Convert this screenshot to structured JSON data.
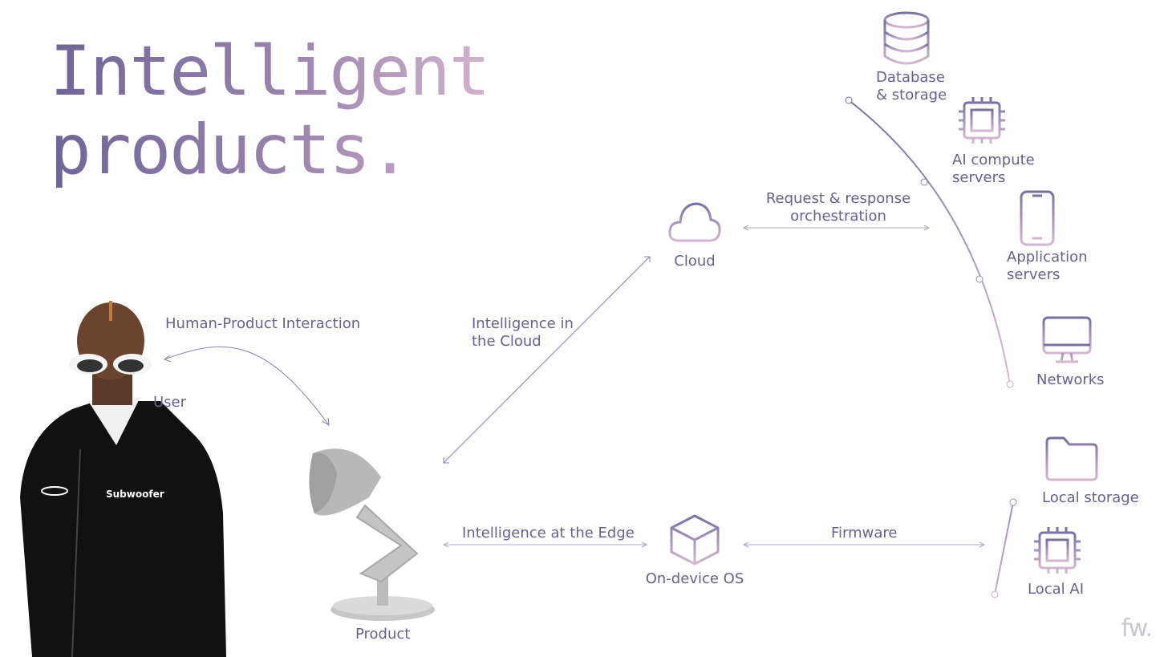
{
  "title": {
    "line1": "Intelligent",
    "line2": "products."
  },
  "labels": {
    "hpi": "Human-Product Interaction",
    "user": "User",
    "product": "Product",
    "cloud_link_1": "Intelligence in",
    "cloud_link_2": "the Cloud",
    "edge_link": "Intelligence at the Edge",
    "cloud": "Cloud",
    "ondevice": "On-device OS",
    "reqresp_1": "Request & response",
    "reqresp_2": "orchestration",
    "firmware": "Firmware",
    "db_1": "Database",
    "db_2": "& storage",
    "ai_1": "AI compute",
    "ai_2": "servers",
    "app_1": "Application",
    "app_2": "servers",
    "networks": "Networks",
    "local_storage": "Local storage",
    "local_ai": "Local AI"
  },
  "icons": {
    "database": "database-icon",
    "ai_compute": "chip-icon",
    "application": "phone-icon",
    "networks": "monitor-icon",
    "cloud": "cloud-icon",
    "ondevice": "cube-icon",
    "local_storage": "folder-icon",
    "local_ai": "chip-icon"
  },
  "jacket_text": "Subwoofer",
  "brand": "fw.",
  "colors": {
    "accent": "#6a5f8e",
    "gradient_start": "#6f6497",
    "gradient_end": "#d2b4cd",
    "line": "#8a7fb0"
  }
}
